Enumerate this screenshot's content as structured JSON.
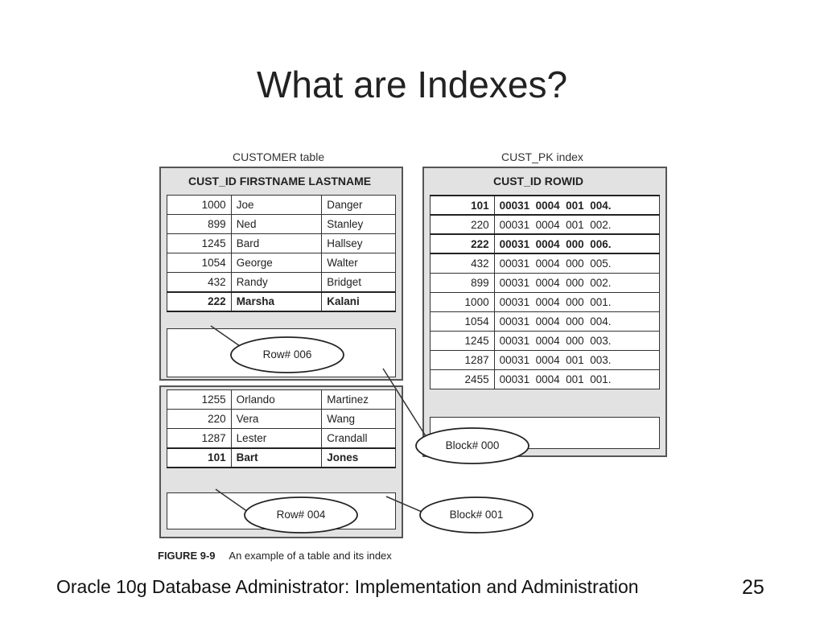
{
  "slide": {
    "title": "What are Indexes?",
    "footer": "Oracle 10g Database Administrator: Implementation and Administration",
    "page_number": "25"
  },
  "figure": {
    "label": "FIGURE 9-9",
    "caption": "An example of a table and its index"
  },
  "customer_table": {
    "caption": "CUSTOMER table",
    "header": "CUST_ID FIRSTNAME LASTNAME",
    "block_000_rows": [
      {
        "id": "1000",
        "first": "Joe",
        "last": "Danger",
        "bold": false
      },
      {
        "id": "899",
        "first": "Ned",
        "last": "Stanley",
        "bold": false
      },
      {
        "id": "1245",
        "first": "Bard",
        "last": "Hallsey",
        "bold": false
      },
      {
        "id": "1054",
        "first": "George",
        "last": "Walter",
        "bold": false
      },
      {
        "id": "432",
        "first": "Randy",
        "last": "Bridget",
        "bold": false
      },
      {
        "id": "222",
        "first": "Marsha",
        "last": "Kalani",
        "bold": true
      }
    ],
    "block_001_rows": [
      {
        "id": "1255",
        "first": "Orlando",
        "last": "Martinez",
        "bold": false
      },
      {
        "id": "220",
        "first": "Vera",
        "last": "Wang",
        "bold": false
      },
      {
        "id": "1287",
        "first": "Lester",
        "last": "Crandall",
        "bold": false
      },
      {
        "id": "101",
        "first": "Bart",
        "last": "Jones",
        "bold": true
      }
    ]
  },
  "index_table": {
    "caption": "CUST_PK index",
    "header": "CUST_ID ROWID",
    "rows": [
      {
        "id": "101",
        "rowid": "00031  0004  001  004.",
        "bold": true
      },
      {
        "id": "220",
        "rowid": "00031  0004  001  002.",
        "bold": false
      },
      {
        "id": "222",
        "rowid": "00031  0004  000  006.",
        "bold": true
      },
      {
        "id": "432",
        "rowid": "00031  0004  000  005.",
        "bold": false
      },
      {
        "id": "899",
        "rowid": "00031  0004  000  002.",
        "bold": false
      },
      {
        "id": "1000",
        "rowid": "00031  0004  000  001.",
        "bold": false
      },
      {
        "id": "1054",
        "rowid": "00031  0004  000  004.",
        "bold": false
      },
      {
        "id": "1245",
        "rowid": "00031  0004  000  003.",
        "bold": false
      },
      {
        "id": "1287",
        "rowid": "00031  0004  001  003.",
        "bold": false
      },
      {
        "id": "2455",
        "rowid": "00031  0004  001  001.",
        "bold": false
      }
    ]
  },
  "callouts": {
    "row_006": "Row# 006",
    "row_004": "Row# 004",
    "block_000": "Block# 000",
    "block_001": "Block# 001"
  }
}
